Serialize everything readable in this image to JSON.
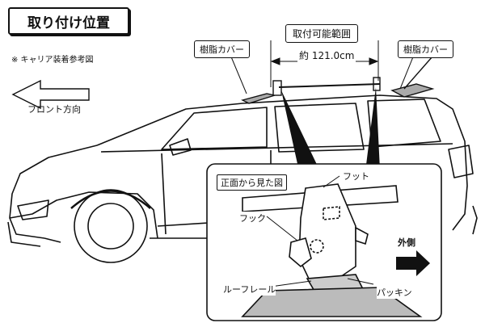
{
  "title": "取り付け位置",
  "note": "※ キャリア装着参考図",
  "front_direction": "フロント方向",
  "resin_cover_left": "樹脂カバー",
  "resin_cover_right": "樹脂カバー",
  "mount_range_label": "取付可能範囲",
  "mount_range_distance": "約 121.0cm",
  "inset": {
    "title": "正面から見た図",
    "foot": "フット",
    "hook": "フック",
    "outside": "外側",
    "roof_rail": "ルーフレール",
    "packing": "パッキン"
  }
}
